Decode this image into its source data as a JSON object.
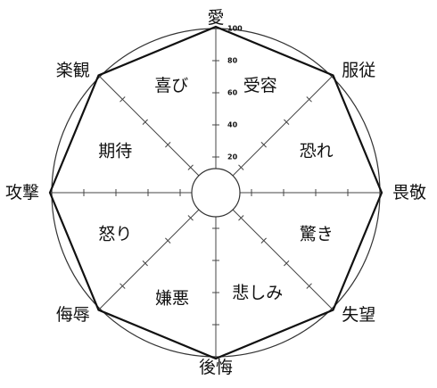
{
  "chart_data": {
    "type": "radar",
    "axis_ticks": [
      "20",
      "40",
      "60",
      "80",
      "100"
    ],
    "axis_range": [
      0,
      100
    ],
    "spokes": [
      {
        "label": "愛",
        "value": 100
      },
      {
        "label": "服従",
        "value": 100
      },
      {
        "label": "畏敬",
        "value": 100
      },
      {
        "label": "失望",
        "value": 100
      },
      {
        "label": "後悔",
        "value": 100
      },
      {
        "label": "侮辱",
        "value": 100
      },
      {
        "label": "攻撃",
        "value": 100
      },
      {
        "label": "楽観",
        "value": 100
      }
    ],
    "sectors": [
      {
        "label": "受容"
      },
      {
        "label": "恐れ"
      },
      {
        "label": "驚き"
      },
      {
        "label": "悲しみ"
      },
      {
        "label": "嫌悪"
      },
      {
        "label": "怒り"
      },
      {
        "label": "期待"
      },
      {
        "label": "喜び"
      }
    ],
    "grid": false,
    "legend": "none"
  }
}
